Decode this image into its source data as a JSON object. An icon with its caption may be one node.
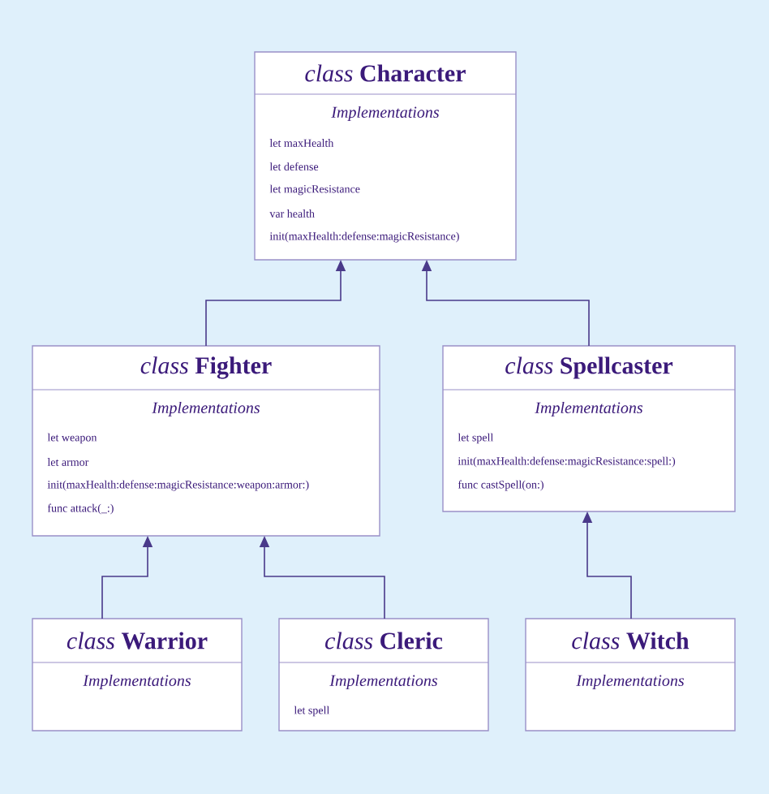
{
  "diagram": {
    "nodes": [
      {
        "text": [
          "*class* **Character**",
          "Implementations",
          "let maxHealth",
          "let defense",
          "let magicResistance",
          "var health",
          "init(maxHealth:defense:magicResistance)"
        ]
      },
      {
        "text": [
          "*class* **Fighter**",
          "Implementations",
          "let weapon",
          "let armor",
          "init(maxHealth:defense:magicResistance:weapon:armor:)",
          "func attack(_:)"
        ]
      },
      {
        "text": [
          "*class* **Spellcaster**",
          "Implementations",
          "let spell",
          "init(maxHealth:defense:magicResistance:spell:)",
          "func castSpell(on:)"
        ]
      },
      {
        "text": [
          "*class* **Warrior**",
          "Implementations"
        ]
      },
      {
        "text": [
          "*class* **Cleric**",
          "Implementations",
          "let spell"
        ]
      },
      {
        "text": [
          "*class* **Witch**",
          "Implementations"
        ]
      }
    ],
    "edges": [
      {
        "from": 1,
        "to": 0,
        "arrow": "to"
      },
      {
        "from": 2,
        "to": 0,
        "arrow": "to"
      },
      {
        "from": 3,
        "to": 1,
        "arrow": "to"
      },
      {
        "from": 4,
        "to": 1,
        "arrow": "to"
      },
      {
        "from": 5,
        "to": 2,
        "arrow": "to"
      }
    ]
  }
}
